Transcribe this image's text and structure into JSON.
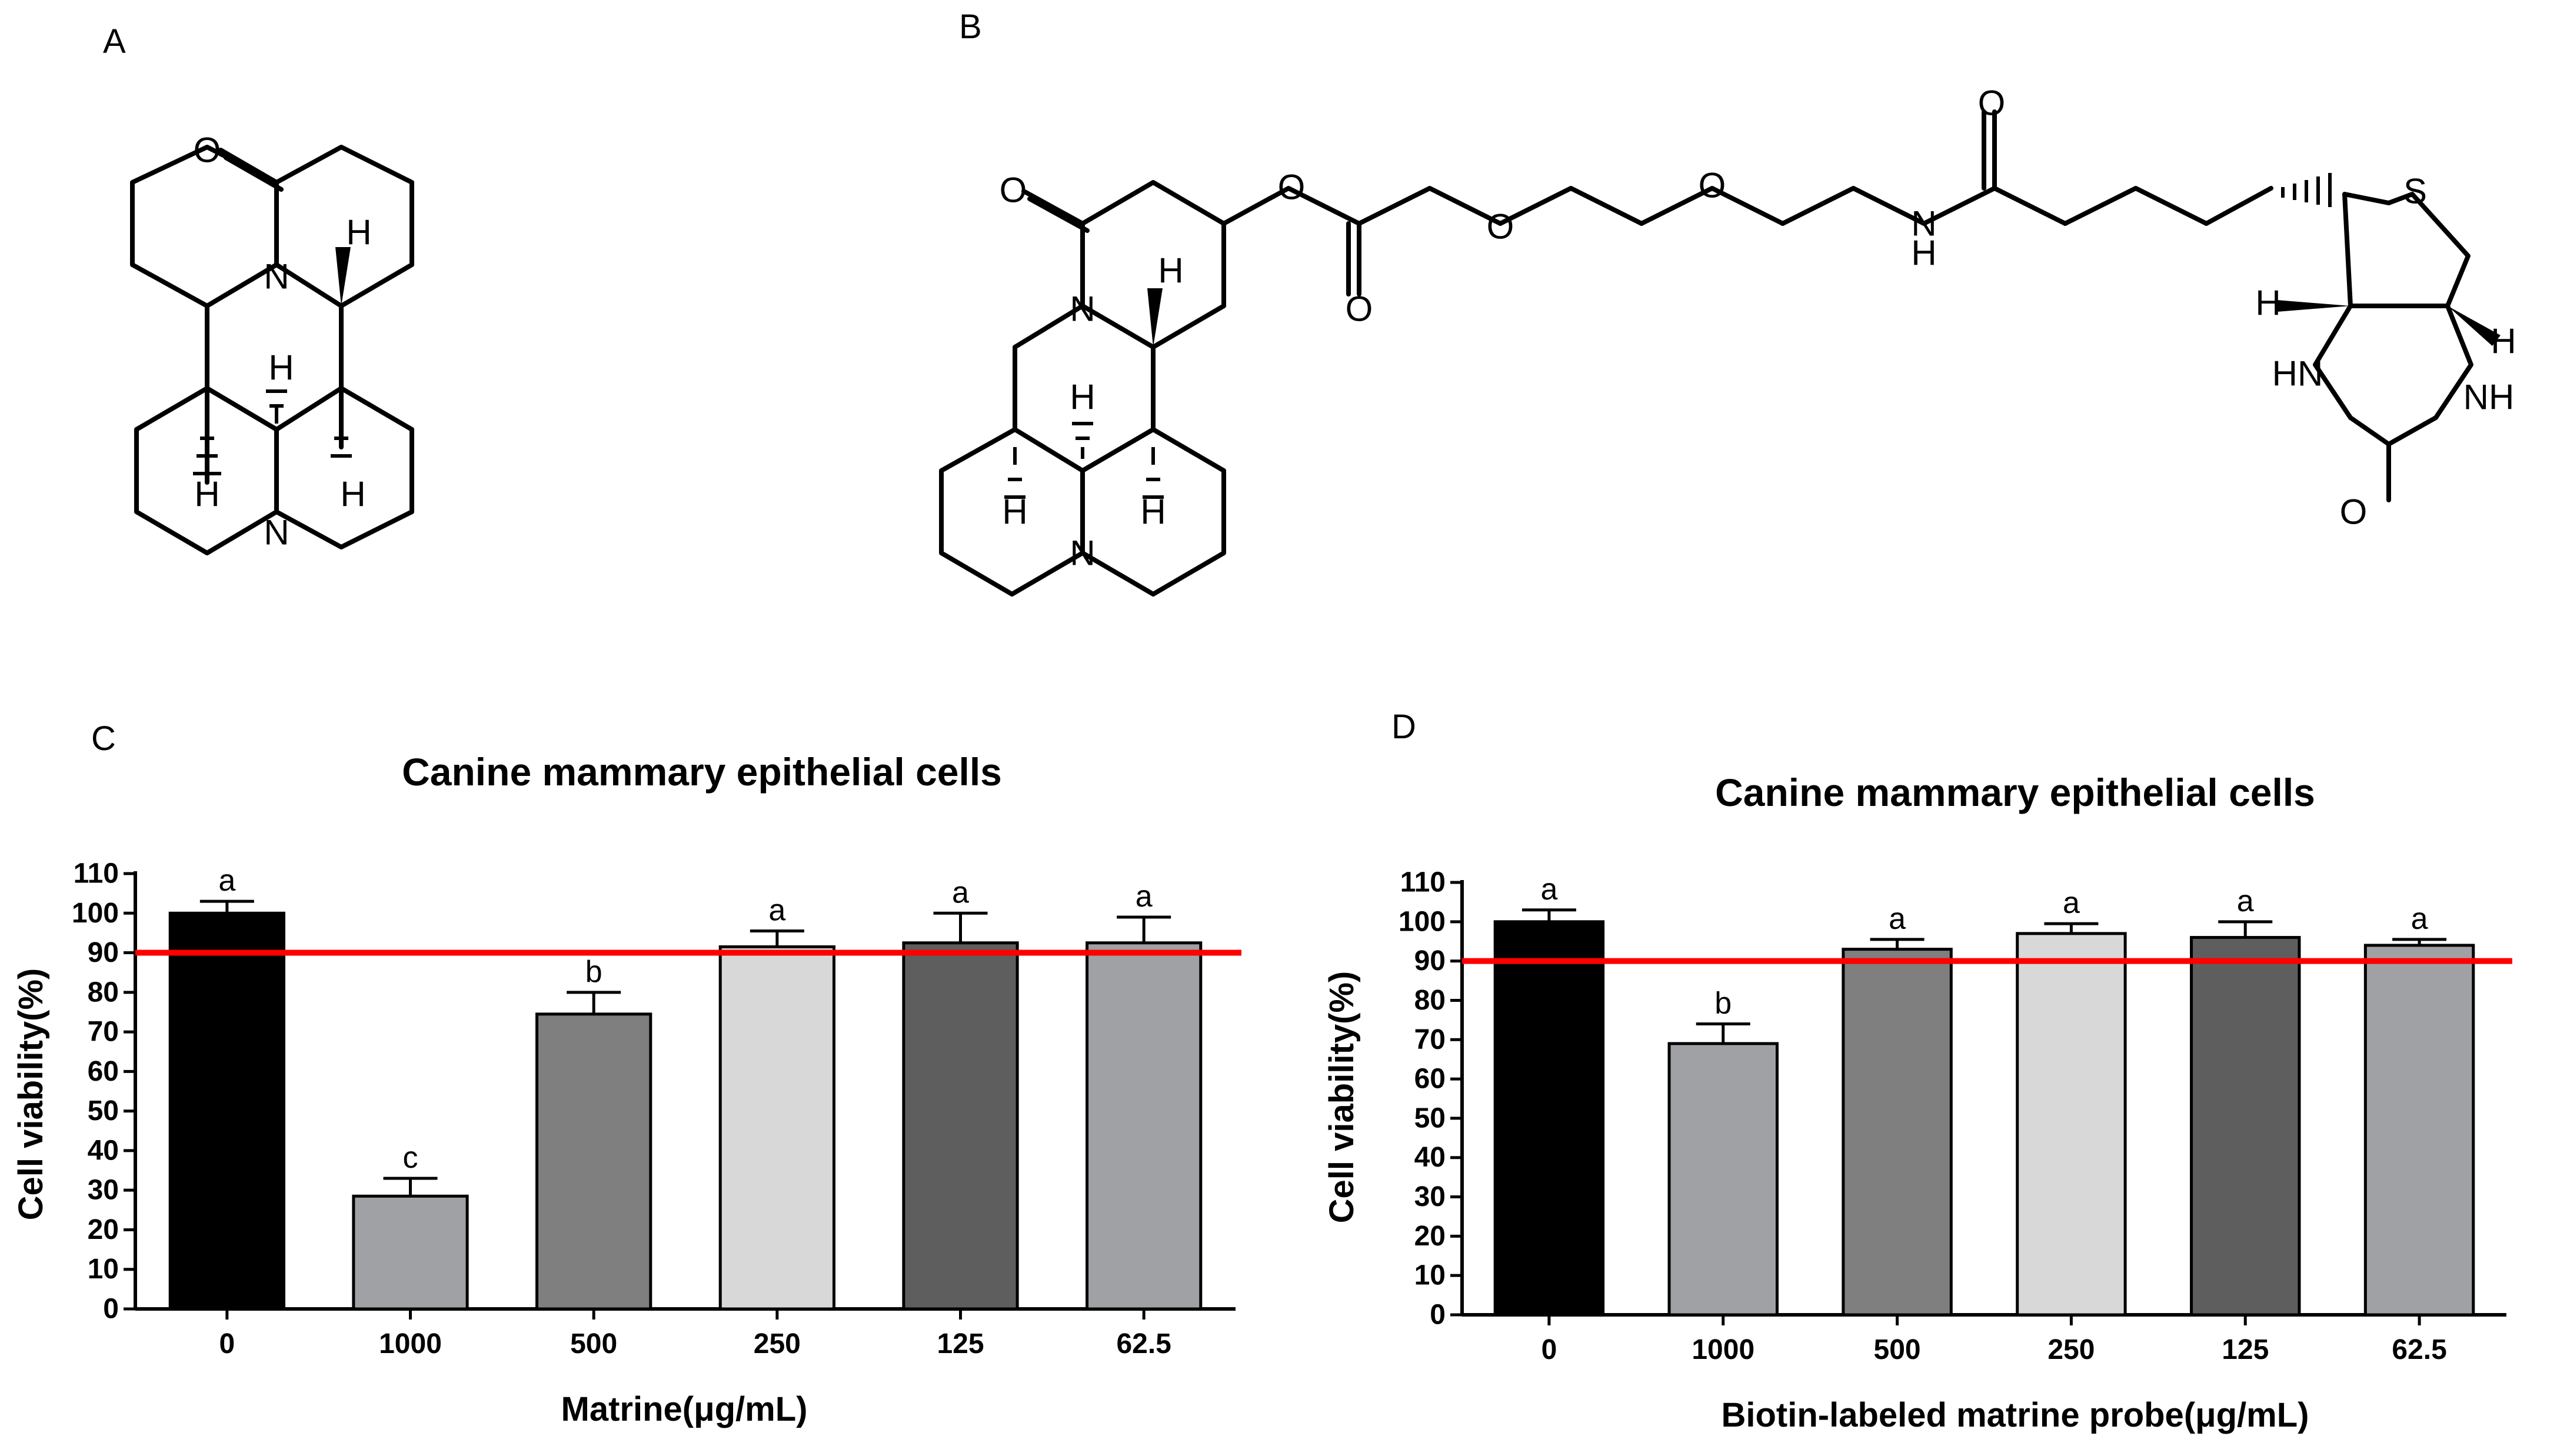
{
  "panels": {
    "a": "A",
    "b": "B",
    "c": "C",
    "d": "D"
  },
  "molecule_a": {
    "atoms": [
      "O",
      "N",
      "H",
      "H",
      "H",
      "H",
      "N"
    ]
  },
  "molecule_b": {
    "atoms": [
      "O",
      "O",
      "O",
      "O",
      "O",
      "N",
      "H",
      "H",
      "H",
      "H",
      "N",
      "N",
      "H",
      "O",
      "S",
      "H",
      "H",
      "HN",
      "NH",
      "O"
    ]
  },
  "colors": {
    "threshold_line": "#ff0000",
    "bar_fills": [
      "#000000",
      "#a0a1a5",
      "#7f7f7f",
      "#d8d8d8",
      "#5e5e5e",
      "#a0a1a5"
    ]
  },
  "chart_data": [
    {
      "type": "bar",
      "title": "Canine mammary epithelial cells",
      "xlabel": "Matrine(μg/mL)",
      "ylabel": "Cell viability(%)",
      "categories": [
        "0",
        "1000",
        "500",
        "250",
        "125",
        "62.5"
      ],
      "values": [
        100,
        28.5,
        74.5,
        91.5,
        92.5,
        92.5
      ],
      "errors": [
        3,
        4.5,
        5.5,
        4,
        7.5,
        6.5
      ],
      "significance_letters": [
        "a",
        "c",
        "b",
        "a",
        "a",
        "a"
      ],
      "threshold": 90,
      "ylim": [
        0,
        110
      ],
      "yticks": [
        0,
        10,
        20,
        30,
        40,
        50,
        60,
        70,
        80,
        90,
        100,
        110
      ],
      "grid": false
    },
    {
      "type": "bar",
      "title": "Canine mammary epithelial cells",
      "xlabel": "Biotin-labeled matrine probe(μg/mL)",
      "ylabel": "Cell viability(%)",
      "categories": [
        "0",
        "1000",
        "500",
        "250",
        "125",
        "62.5"
      ],
      "values": [
        100,
        69,
        93,
        97,
        96,
        94
      ],
      "errors": [
        3,
        5,
        2.5,
        2.5,
        4,
        1.5
      ],
      "significance_letters": [
        "a",
        "b",
        "a",
        "a",
        "a",
        "a"
      ],
      "threshold": 90,
      "ylim": [
        0,
        110
      ],
      "yticks": [
        0,
        10,
        20,
        30,
        40,
        50,
        60,
        70,
        80,
        90,
        100,
        110
      ],
      "grid": false
    }
  ]
}
